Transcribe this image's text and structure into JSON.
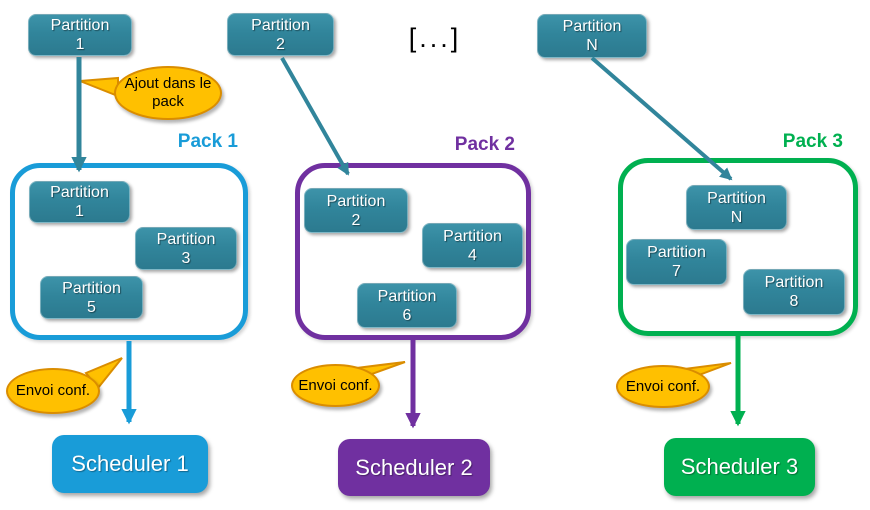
{
  "colors": {
    "partition_teal": "#31859B",
    "pack1_blue": "#199CD8",
    "pack2_purple": "#7030A0",
    "pack3_green": "#00B050",
    "callout_fill": "#FFC000",
    "callout_border": "#DA8D00"
  },
  "ellipsis_label": "[...]",
  "top_partitions": [
    {
      "name": "Partition",
      "number": "1"
    },
    {
      "name": "Partition",
      "number": "2"
    },
    {
      "name": "Partition",
      "number": "N"
    }
  ],
  "callouts": {
    "add_to_pack": {
      "line1": "Ajout dans le",
      "line2": "pack"
    },
    "send_conf": [
      "Envoi conf.",
      "Envoi conf.",
      "Envoi conf."
    ]
  },
  "packs": [
    {
      "label": "Pack 1",
      "partitions": [
        {
          "name": "Partition",
          "number": "1"
        },
        {
          "name": "Partition",
          "number": "3"
        },
        {
          "name": "Partition",
          "number": "5"
        }
      ]
    },
    {
      "label": "Pack 2",
      "partitions": [
        {
          "name": "Partition",
          "number": "2"
        },
        {
          "name": "Partition",
          "number": "4"
        },
        {
          "name": "Partition",
          "number": "6"
        }
      ]
    },
    {
      "label": "Pack 3",
      "partitions": [
        {
          "name": "Partition",
          "number": "N"
        },
        {
          "name": "Partition",
          "number": "7"
        },
        {
          "name": "Partition",
          "number": "8"
        }
      ]
    }
  ],
  "schedulers": [
    {
      "label": "Scheduler 1"
    },
    {
      "label": "Scheduler 2"
    },
    {
      "label": "Scheduler 3"
    }
  ]
}
